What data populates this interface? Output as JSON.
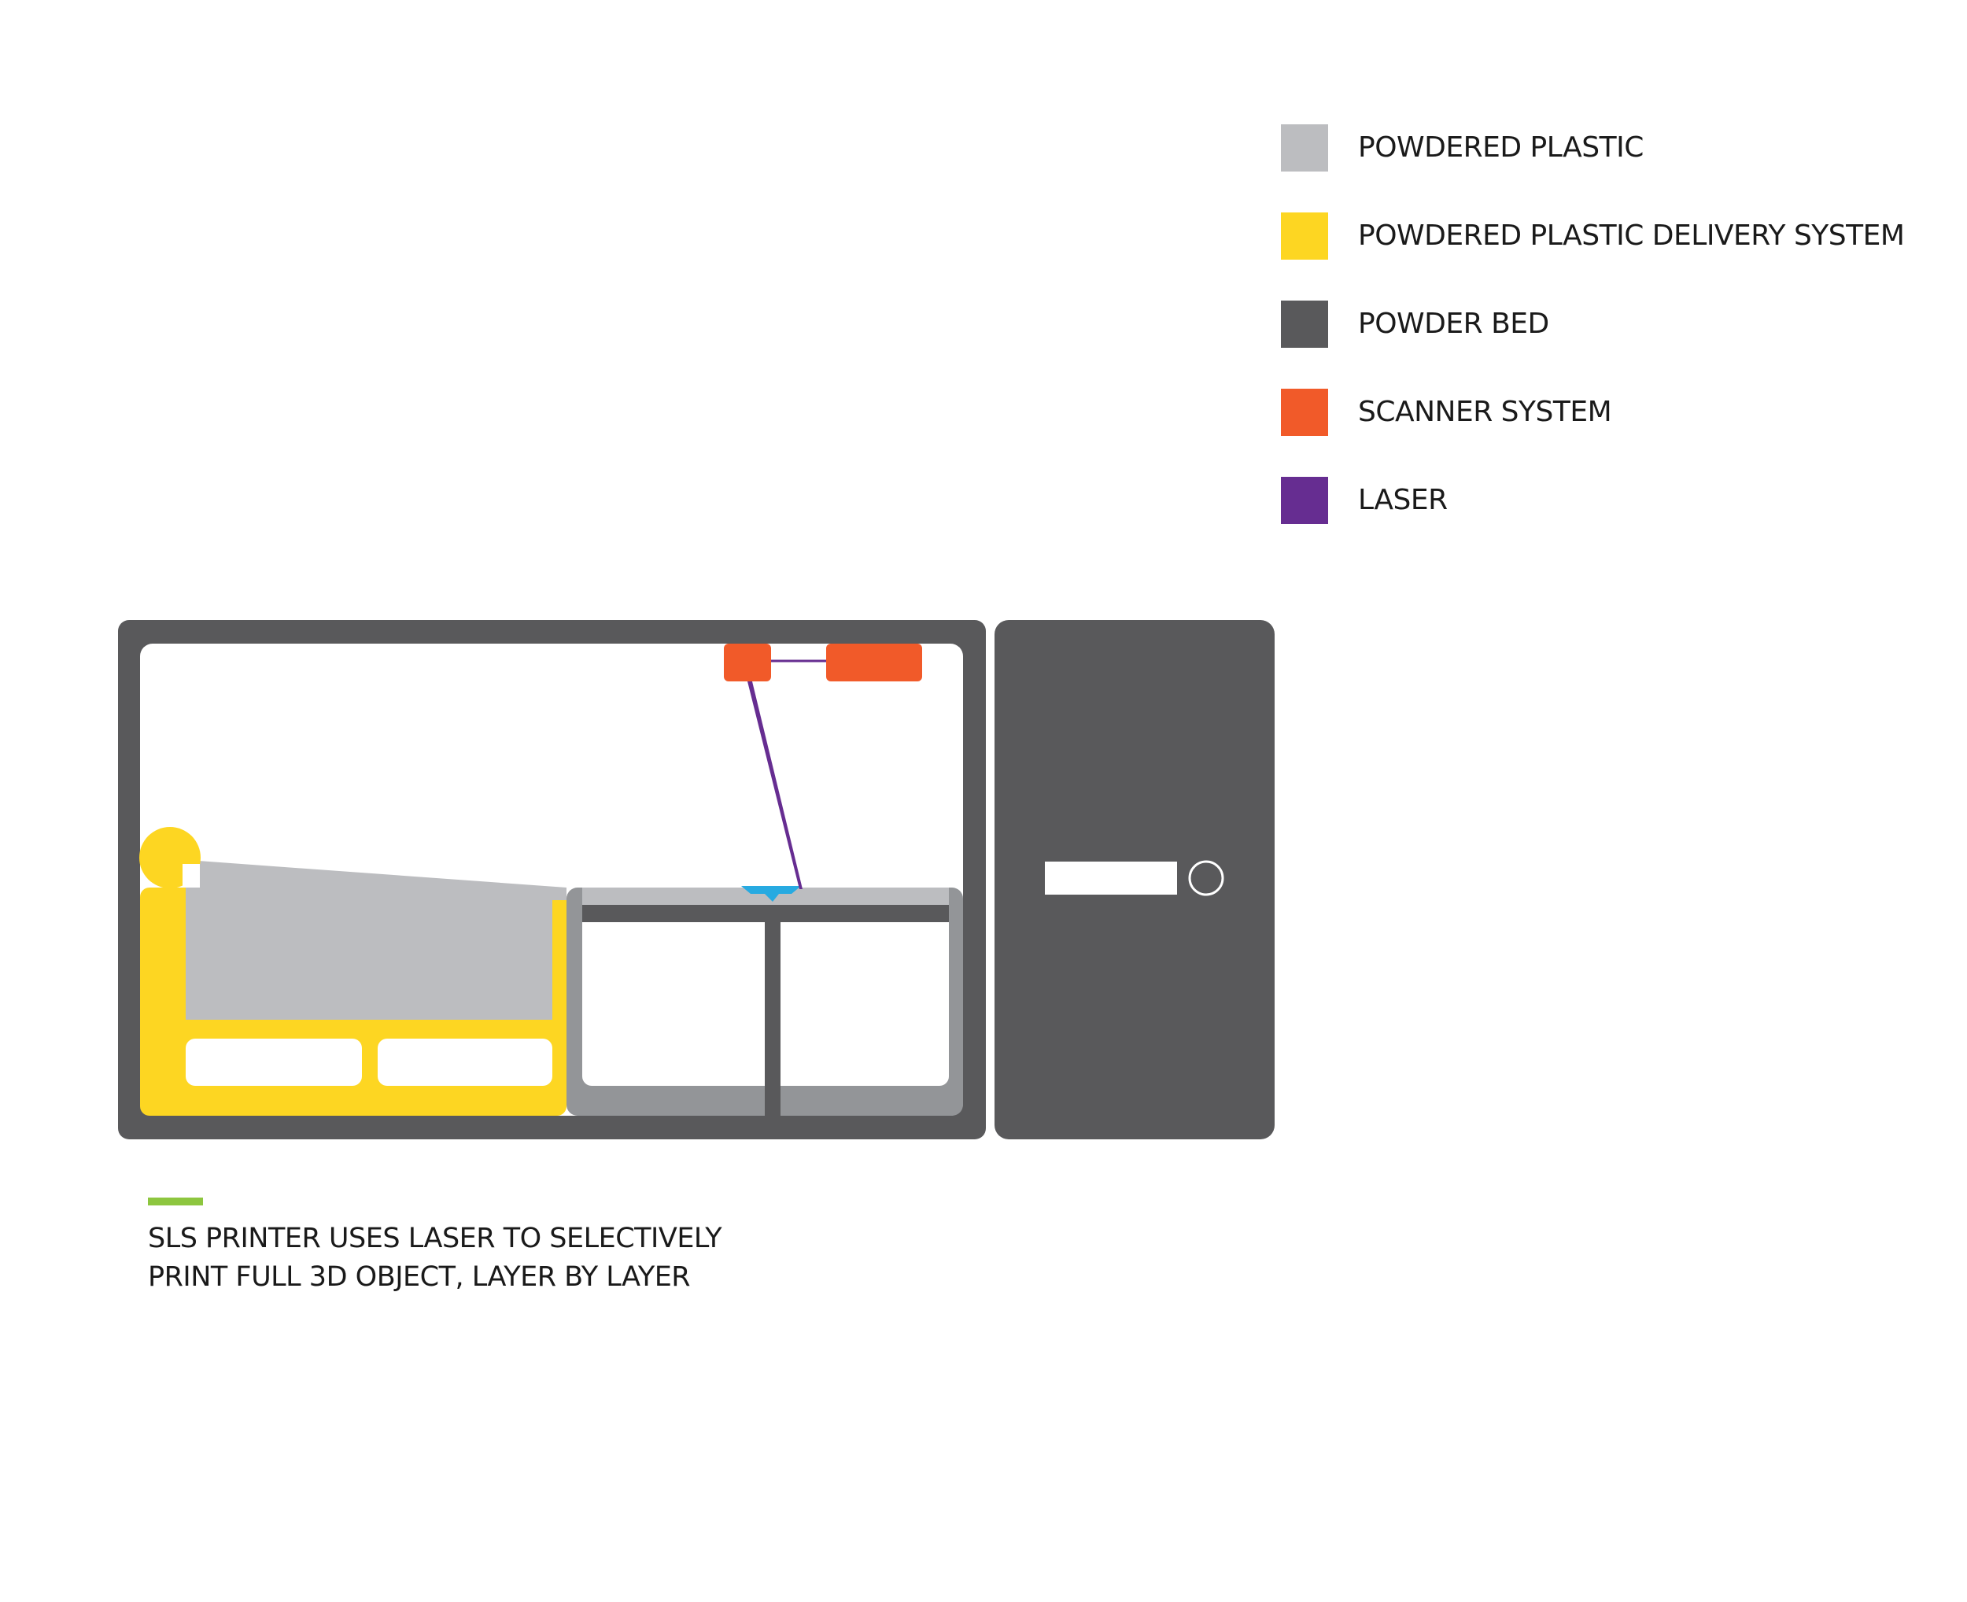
{
  "colors": {
    "powdered_plastic": "#bcbdc0",
    "delivery_system": "#fdd622",
    "powder_bed": "#59595b",
    "scanner_system": "#f15a29",
    "laser": "#662d91",
    "printed_object": "#27aae1",
    "bed_wall": "#939598",
    "caption_accent": "#8dc63f",
    "background": "#ffffff"
  },
  "legend": {
    "items": [
      {
        "label": "POWDERED PLASTIC",
        "color": "#bcbdc0",
        "icon": "powdered-plastic-swatch"
      },
      {
        "label": "POWDERED PLASTIC DELIVERY SYSTEM",
        "color": "#fdd622",
        "icon": "delivery-system-swatch"
      },
      {
        "label": "POWDER BED",
        "color": "#59595b",
        "icon": "powder-bed-swatch"
      },
      {
        "label": "SCANNER SYSTEM",
        "color": "#f15a29",
        "icon": "scanner-system-swatch"
      },
      {
        "label": "LASER",
        "color": "#662d91",
        "icon": "laser-swatch"
      }
    ]
  },
  "caption": {
    "line1": "SLS PRINTER USES LASER TO SELECTIVELY",
    "line2": "PRINT FULL 3D OBJECT, LAYER BY LAYER"
  }
}
